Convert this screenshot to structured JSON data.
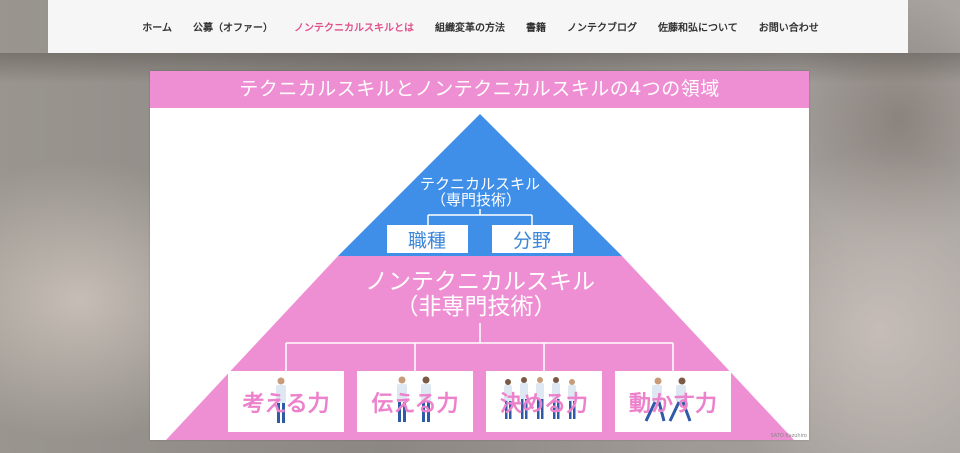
{
  "nav": {
    "items": [
      {
        "label": "ホーム",
        "active": false
      },
      {
        "label": "公募（オファー）",
        "active": false
      },
      {
        "label": "ノンテクニカルスキルとは",
        "active": true
      },
      {
        "label": "組織変革の方法",
        "active": false
      },
      {
        "label": "書籍",
        "active": false
      },
      {
        "label": "ノンテクブログ",
        "active": false
      },
      {
        "label": "佐藤和弘について",
        "active": false
      },
      {
        "label": "お問い合わせ",
        "active": false
      }
    ]
  },
  "slide": {
    "title": "テクニカルスキルとノンテクニカルスキルの4つの領域",
    "technical": {
      "label": "テクニカルスキル",
      "sublabel": "（専門技術）",
      "boxes": [
        "職種",
        "分野"
      ]
    },
    "nontechnical": {
      "label": "ノンテクニカルスキル",
      "sublabel": "（非専門技術）",
      "boxes": [
        "考える力",
        "伝える力",
        "決める力",
        "動かす力"
      ]
    },
    "credit": "SATO Kazuhiro"
  },
  "colors": {
    "pink": "#ef8fd3",
    "blue": "#3f8fe8",
    "active_nav": "#e2508c",
    "box_text_blue": "#3a86d8",
    "box_text_pink": "#ec82cc"
  }
}
